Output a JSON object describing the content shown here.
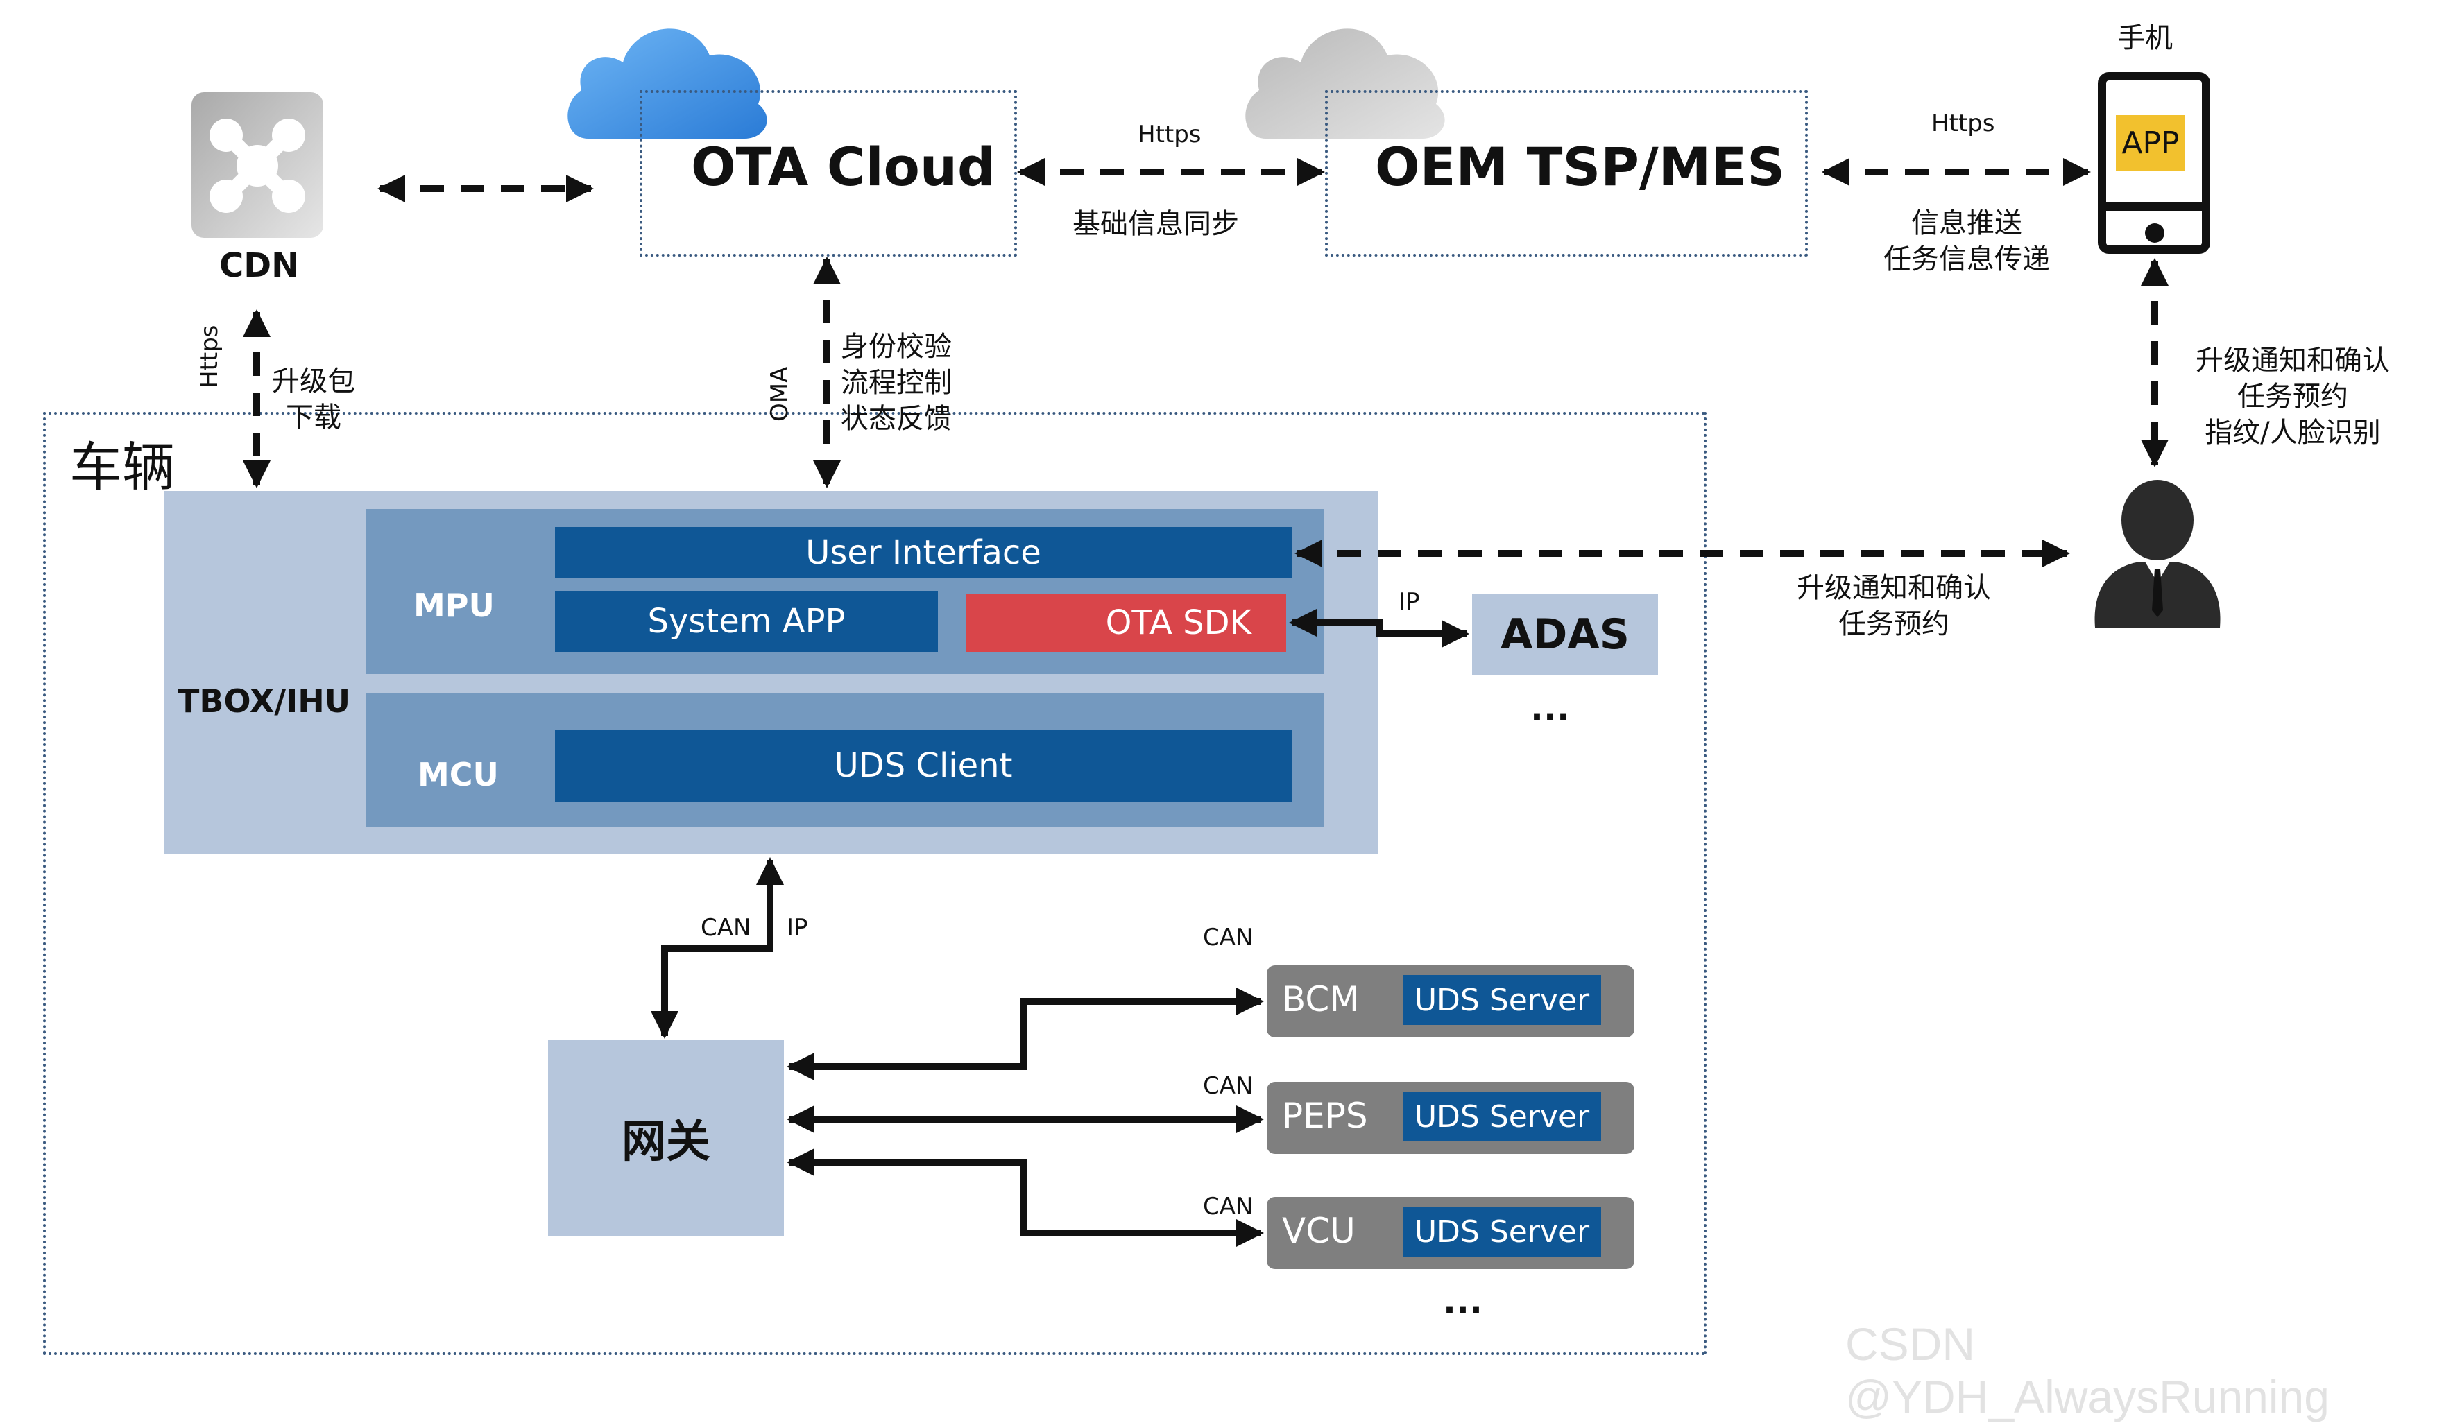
{
  "cloud": {
    "cdn_label": "CDN",
    "ota_cloud_label": "OTA Cloud",
    "oem_label": "OEM TSP/MES"
  },
  "links": {
    "ota_oem_protocol": "Https",
    "ota_oem_desc": "基础信息同步",
    "oem_app_protocol": "Https",
    "oem_app_desc_1": "信息推送",
    "oem_app_desc_2": "任务信息传递",
    "cdn_vehicle_protocol": "Https",
    "cdn_vehicle_desc_1": "升级包",
    "cdn_vehicle_desc_2": "下载",
    "ota_vehicle_protocol": "OMA",
    "ota_vehicle_desc_1": "身份校验",
    "ota_vehicle_desc_2": "流程控制",
    "ota_vehicle_desc_3": "状态反馈",
    "phone_user_desc_1": "升级通知和确认",
    "phone_user_desc_2": "任务预约",
    "phone_user_desc_3": "指纹/人脸识别",
    "ui_user_desc_1": "升级通知和确认",
    "ui_user_desc_2": "任务预约",
    "sdk_adas_protocol": "IP",
    "gw_tbox_can": "CAN",
    "gw_tbox_ip": "IP",
    "gw_bcm_can": "CAN",
    "gw_peps_can": "CAN",
    "gw_vcu_can": "CAN"
  },
  "phone": {
    "title": "手机",
    "app_label": "APP"
  },
  "vehicle": {
    "title": "车辆",
    "tbox_label": "TBOX/IHU",
    "mpu_label": "MPU",
    "mcu_label": "MCU",
    "user_interface": "User Interface",
    "system_app": "System APP",
    "ota_sdk": "OTA SDK",
    "uds_client": "UDS Client",
    "adas_label": "ADAS",
    "adas_more": "...",
    "gateway_label": "网关",
    "ecus": [
      {
        "name": "BCM",
        "server": "UDS Server"
      },
      {
        "name": "PEPS",
        "server": "UDS Server"
      },
      {
        "name": "VCU",
        "server": "UDS Server"
      }
    ],
    "ecu_more": "..."
  },
  "colors": {
    "navy": "#0f5796",
    "sdk_red": "#d9454a",
    "tbox_bg": "#b6c6dc",
    "inner_bg": "#7499bf",
    "ecu_gray": "#7f7f7f",
    "app_yellow": "#f2c12e",
    "cloud_blue": "#3a8de0"
  },
  "watermark": "CSDN @YDH_AlwaysRunning"
}
